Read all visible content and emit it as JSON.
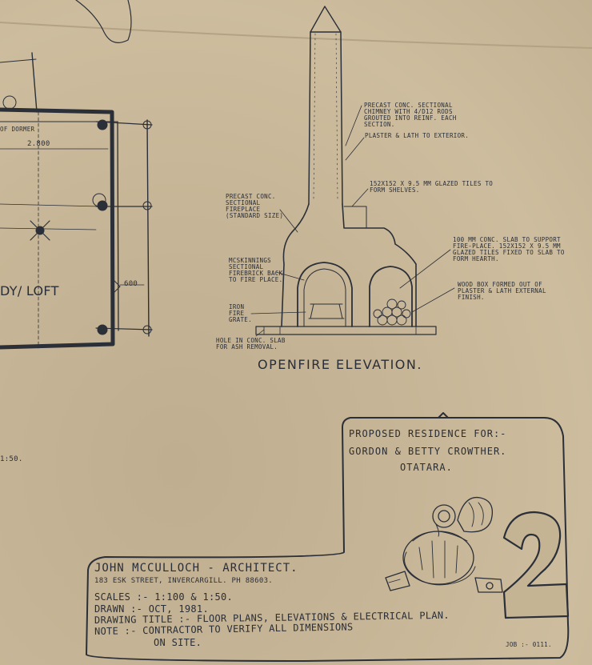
{
  "floor_plan": {
    "dormer_note": "OF DORMER",
    "dimension": "2.800",
    "dimension_small": "600",
    "room_label": "DY/ LOFT",
    "scale_fragment": "1:50."
  },
  "fireplace": {
    "title": "OPENFIRE ELEVATION.",
    "notes": {
      "chimney": "PRECAST CONC. SECTIONAL CHIMNEY WITH 4/D12 RODS GROUTED INTO REINF. EACH SECTION.",
      "plaster": "PLASTER & LATH TO EXTERIOR.",
      "tiles_shelves": "152x152 x 9.5 MM GLAZED TILES TO FORM SHELVES.",
      "precast_fireplace": "PRECAST CONC. SECTIONAL FIREPLACE (STANDARD SIZE)",
      "firebrick": "McSKINNINGS SECTIONAL FIREBRICK BACK TO FIRE PLACE.",
      "iron_grate": "IRON FIRE GRATE.",
      "slab_ash": "HOLE IN CONC. SLAB FOR ASH REMOVAL.",
      "slab_support": "100 MM CONC. SLAB TO SUPPORT FIRE-PLACE. 152x152 x 9.5 MM GLAZED TILES FIXED TO SLAB TO FORM HEARTH.",
      "wood_box": "WOOD BOX FORMED OUT OF PLASTER & LATH EXTERNAL FINISH."
    }
  },
  "title_block": {
    "proposed_label": "PROPOSED RESIDENCE FOR:-",
    "clients": "GORDON & BETTY CROWTHER.",
    "location": "OTATARA.",
    "architect": "JOHN McCULLOCH - ARCHITECT.",
    "address": "183 ESK STREET, INVERCARGILL. PH 88603.",
    "scales": "SCALES :- 1:100 & 1:50.",
    "drawn": "DRAWN :- OCT, 1981.",
    "drawing_title": "DRAWING TITLE :- FLOOR PLANS, ELEVATIONS & ELECTRICAL PLAN.",
    "note_line1": "NOTE :- CONTRACTOR TO VERIFY ALL DIMENSIONS",
    "note_line2": "ON SITE.",
    "job": "JOB :- 0111.",
    "sheet_number": "2"
  }
}
